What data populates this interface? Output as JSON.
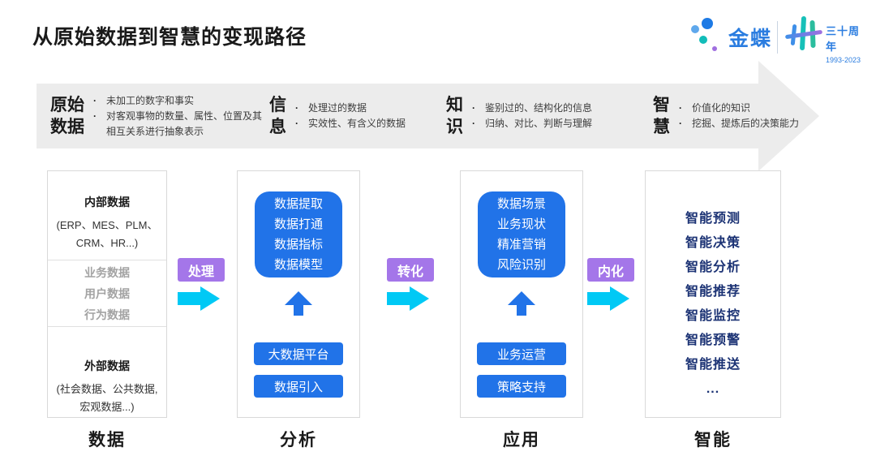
{
  "title": "从原始数据到智慧的变现路径",
  "logo": {
    "brand": "金蝶",
    "anniversary_title": "三十周年",
    "anniversary_years": "1993-2023"
  },
  "banner": {
    "stages": [
      {
        "name": "原始\n数据",
        "points": [
          "未加工的数字和事实",
          "对客观事物的数量、属性、位置及其相互关系进行抽象表示"
        ]
      },
      {
        "name": "信\n息",
        "points": [
          "处理过的数据",
          "实效性、有含义的数据"
        ]
      },
      {
        "name": "知\n识",
        "points": [
          "鉴别过的、结构化的信息",
          "归纳、对比、判断与理解"
        ]
      },
      {
        "name": "智\n慧",
        "points": [
          "价值化的知识",
          "挖掘、提炼后的决策能力"
        ]
      }
    ]
  },
  "connectors": [
    {
      "label": "处理"
    },
    {
      "label": "转化"
    },
    {
      "label": "内化"
    }
  ],
  "columns": {
    "data": {
      "label": "数据",
      "internal_title": "内部数据",
      "internal_subtitle": "(ERP、MES、PLM、CRM、HR...)",
      "middle_items": [
        "业务数据",
        "用户数据",
        "行为数据"
      ],
      "external_title": "外部数据",
      "external_subtitle": "(社会数据、公共数据, 宏观数据...)"
    },
    "analysis": {
      "label": "分析",
      "big_box": [
        "数据提取",
        "数据打通",
        "数据指标",
        "数据模型"
      ],
      "buttons": [
        "大数据平台",
        "数据引入"
      ]
    },
    "application": {
      "label": "应用",
      "big_box": [
        "数据场景",
        "业务现状",
        "精准营销",
        "风险识别"
      ],
      "buttons": [
        "业务运营",
        "策略支持"
      ]
    },
    "intelligence": {
      "label": "智能",
      "items": [
        "智能预测",
        "智能决策",
        "智能分析",
        "智能推荐",
        "智能监控",
        "智能预警",
        "智能推送",
        "..."
      ]
    }
  },
  "colors": {
    "accent_blue": "#2173e8",
    "cyan_arrow": "#00c9f5",
    "purple_label": "#a476e9",
    "navy_text": "#1b3274",
    "banner_gray": "#ececec",
    "brand_blue": "#2b7de0",
    "teal": "#17c0b8"
  }
}
